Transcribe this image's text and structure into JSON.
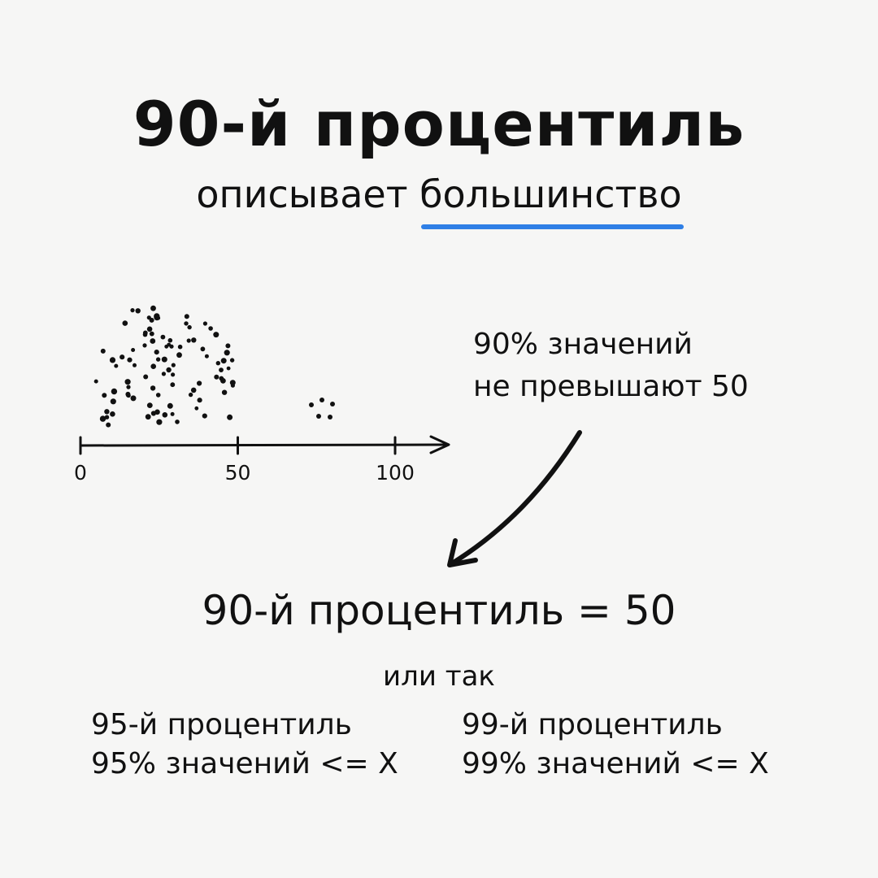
{
  "heading": {
    "title": "90-й процентиль",
    "subtitle_prefix": "описывает ",
    "subtitle_highlight": "большинство"
  },
  "colors": {
    "accent": "#2f7fe6",
    "ink": "#111111",
    "background": "#f6f6f5"
  },
  "axis": {
    "ticks": [
      {
        "value": 0,
        "label": "0"
      },
      {
        "value": 50,
        "label": "50"
      },
      {
        "value": 100,
        "label": "100"
      }
    ]
  },
  "annotation": {
    "line1": "90% значений",
    "line2": "не превышают 50"
  },
  "result": "90-й процентиль = 50",
  "alternative": {
    "intro": "или так",
    "left": {
      "line1": "95-й процентиль",
      "line2": "95% значений <= X"
    },
    "right": {
      "line1": "99-й процентиль",
      "line2": "99% значений <= X"
    }
  }
}
